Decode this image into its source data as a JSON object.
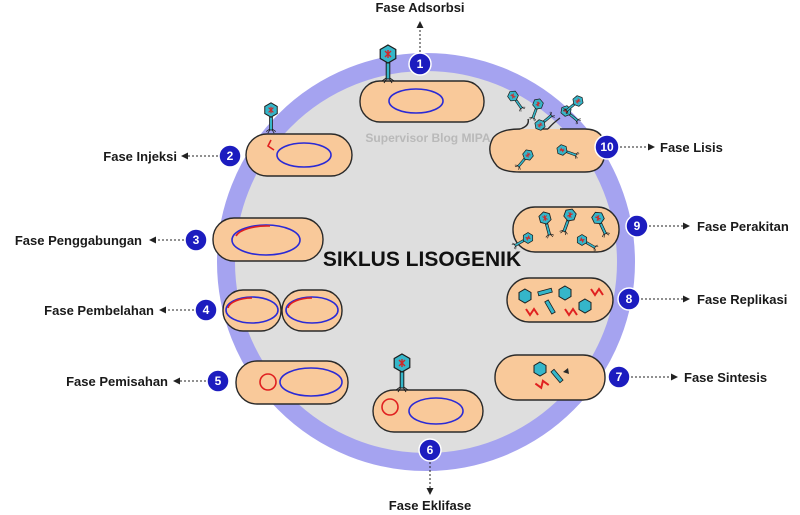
{
  "diagram": {
    "title": "SIKLUS LISOGENIK",
    "watermark": "Supervisor Blog MIPA",
    "colors": {
      "ring": "#a5a3f0",
      "inner": "#dedede",
      "cell_fill": "#f9c99a",
      "cell_stroke": "#2a2a2a",
      "nucleoid": "#2a2ad6",
      "viral_dna": "#e02020",
      "badge": "#1c1cbf",
      "phage": "#35b6c9"
    },
    "phases": [
      {
        "number": "1",
        "label": "Fase Adsorbsi"
      },
      {
        "number": "2",
        "label": "Fase Injeksi"
      },
      {
        "number": "3",
        "label": "Fase Penggabungan"
      },
      {
        "number": "4",
        "label": "Fase Pembelahan"
      },
      {
        "number": "5",
        "label": "Fase Pemisahan"
      },
      {
        "number": "6",
        "label": "Fase Eklifase"
      },
      {
        "number": "7",
        "label": "Fase Sintesis"
      },
      {
        "number": "8",
        "label": "Fase Replikasi"
      },
      {
        "number": "9",
        "label": "Fase Perakitan"
      },
      {
        "number": "10",
        "label": "Fase Lisis"
      }
    ]
  }
}
